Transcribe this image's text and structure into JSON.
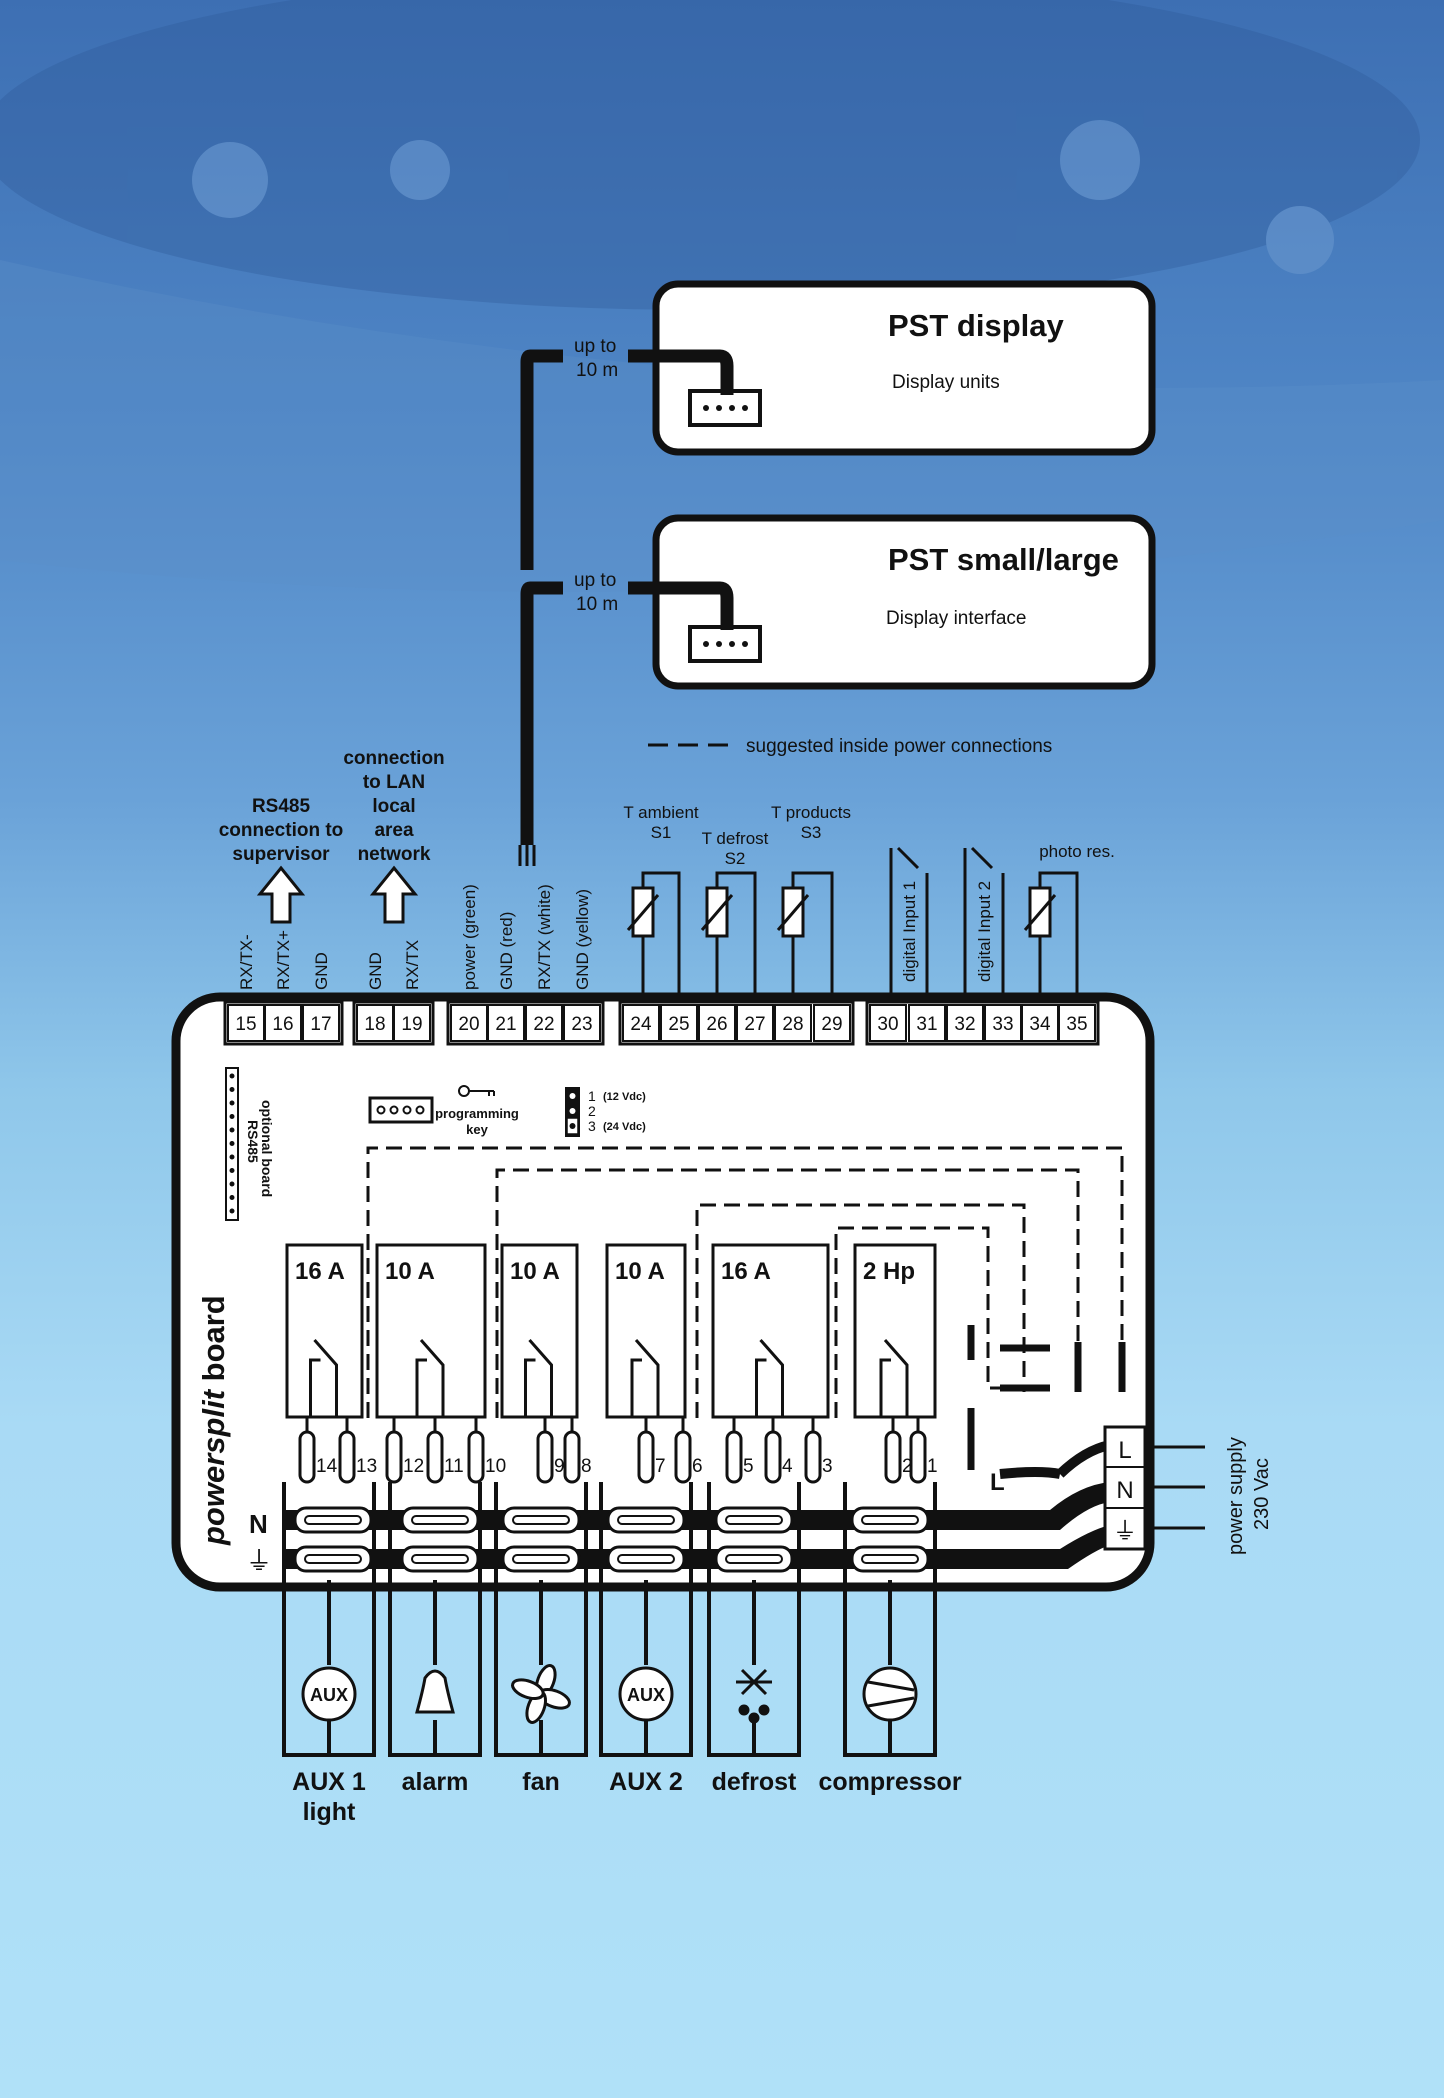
{
  "pst_display": {
    "title": "PST display",
    "subtitle": "Display units",
    "cable": [
      "up to",
      "10 m"
    ]
  },
  "pst_small_large": {
    "title": "PST small/large",
    "subtitle": "Display interface",
    "cable": [
      "up to",
      "10 m"
    ]
  },
  "legend": {
    "dashed": "suggested inside  power connections"
  },
  "rs485": {
    "label": [
      "RS485",
      "connection to",
      "supervisor"
    ]
  },
  "lan": {
    "label": [
      "connection",
      "to LAN",
      "local",
      "area",
      "network"
    ]
  },
  "terminal_labels": [
    {
      "num": "15",
      "name": "RX/TX-"
    },
    {
      "num": "16",
      "name": "RX/TX+"
    },
    {
      "num": "17",
      "name": "GND"
    },
    {
      "num": "18",
      "name": "GND"
    },
    {
      "num": "19",
      "name": "RX/TX"
    },
    {
      "num": "20",
      "name": "power (green)"
    },
    {
      "num": "21",
      "name": "GND (red)"
    },
    {
      "num": "22",
      "name": "RX/TX (white)"
    },
    {
      "num": "23",
      "name": "GND (yellow)"
    },
    {
      "num": "24",
      "name": ""
    },
    {
      "num": "25",
      "name": ""
    },
    {
      "num": "26",
      "name": ""
    },
    {
      "num": "27",
      "name": ""
    },
    {
      "num": "28",
      "name": ""
    },
    {
      "num": "29",
      "name": ""
    },
    {
      "num": "30",
      "name": ""
    },
    {
      "num": "31",
      "name": ""
    },
    {
      "num": "32",
      "name": ""
    },
    {
      "num": "33",
      "name": ""
    },
    {
      "num": "34",
      "name": ""
    },
    {
      "num": "35",
      "name": ""
    }
  ],
  "sensors": {
    "s1": [
      "T ambient",
      "S1"
    ],
    "s2": [
      "T defrost",
      "S2"
    ],
    "s3": [
      "T products",
      "S3"
    ],
    "photo": "photo res.",
    "di1": "digital Input 1",
    "di2": "digital Input 2"
  },
  "board": {
    "title_italic": "powersplit",
    "title_bold": " board",
    "optional": [
      "RS485",
      "optional board"
    ],
    "programming_key": [
      "programming",
      "key"
    ],
    "jumper": [
      "1",
      "(12 Vdc)",
      "2",
      "3",
      "(24 Vdc)"
    ],
    "n_label": "N",
    "earth_symbol": "⏚",
    "l_label": "L"
  },
  "relays": [
    {
      "rating": "16 A"
    },
    {
      "rating": "10 A"
    },
    {
      "rating": "10 A"
    },
    {
      "rating": "10 A"
    },
    {
      "rating": "16 A"
    },
    {
      "rating": "2 Hp"
    }
  ],
  "relay_terminals": [
    "14",
    "13",
    "12",
    "11",
    "10",
    "9",
    "8",
    "7",
    "6",
    "5",
    "4",
    "3",
    "2",
    "1"
  ],
  "power_supply": {
    "terminals": [
      "L",
      "N",
      "⏚"
    ],
    "label": [
      "power supply",
      "230 Vac"
    ]
  },
  "loads": [
    {
      "icon_text": "AUX",
      "label": [
        "AUX 1",
        "light"
      ]
    },
    {
      "icon_text": "",
      "label": [
        "alarm"
      ]
    },
    {
      "icon_text": "",
      "label": [
        "fan"
      ]
    },
    {
      "icon_text": "AUX",
      "label": [
        "AUX 2"
      ]
    },
    {
      "icon_text": "",
      "label": [
        "defrost"
      ]
    },
    {
      "icon_text": "",
      "label": [
        "compressor"
      ]
    }
  ],
  "colors": {
    "board": "#111111",
    "background_top": "#3d6fb3",
    "background_bottom": "#b0e1f8",
    "panel": "#ffffff"
  }
}
